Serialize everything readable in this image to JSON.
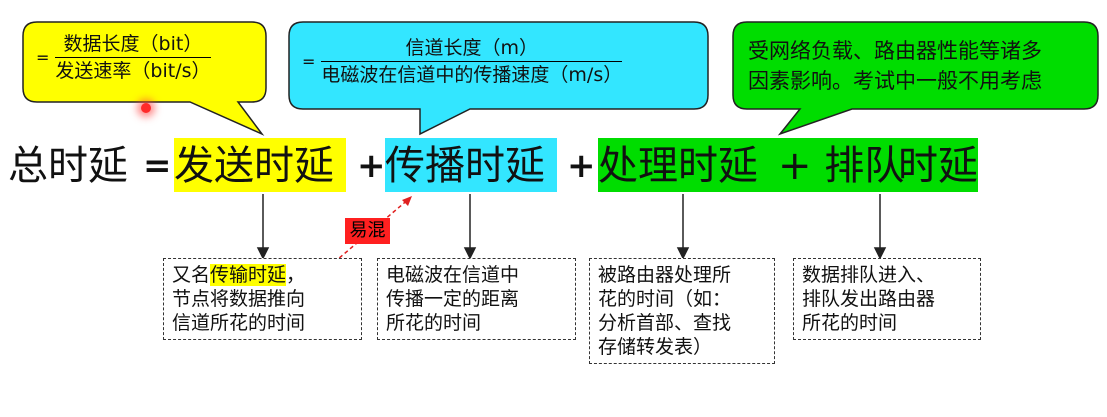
{
  "callouts": {
    "transmission": {
      "eq": "=",
      "numerator": "数据长度（bit）",
      "denominator": "发送速率（bit/s）",
      "color": "#ffff00"
    },
    "propagation": {
      "eq": "=",
      "numerator": "信道长度（m）",
      "denominator": "电磁波在信道中的传播速度（m/s）",
      "color": "#33e6ff"
    },
    "other": {
      "line1": "受网络负载、路由器性能等诸多",
      "line2": "因素影响。考试中一般不用考虑",
      "color": "#00dd00"
    }
  },
  "formula": {
    "total": "总时延",
    "equals": "=",
    "plus": "+",
    "transmission": "发送时延",
    "propagation": "传播时延",
    "processing": "处理时延",
    "queuing_prefix": "+ 排队",
    "queuing_suffix": "时延"
  },
  "warning": {
    "label": "易混",
    "color": "#ff2020"
  },
  "boxes": {
    "transmission": {
      "prefix": "又名",
      "alias": "传输时延",
      "alias_suffix": "，",
      "line2": "节点将数据推向",
      "line3": "信道所花的时间"
    },
    "propagation": {
      "line1": "电磁波在信道中",
      "line2": "传播一定的距离",
      "line3": "所花的时间"
    },
    "processing": {
      "line1": "被路由器处理所",
      "line2": "花的时间（如：",
      "line3": "分析首部、查找",
      "line4": "存储转发表）"
    },
    "queuing": {
      "line1": "数据排队进入、",
      "line2": "排队发出路由器",
      "line3": "所花的时间"
    }
  }
}
